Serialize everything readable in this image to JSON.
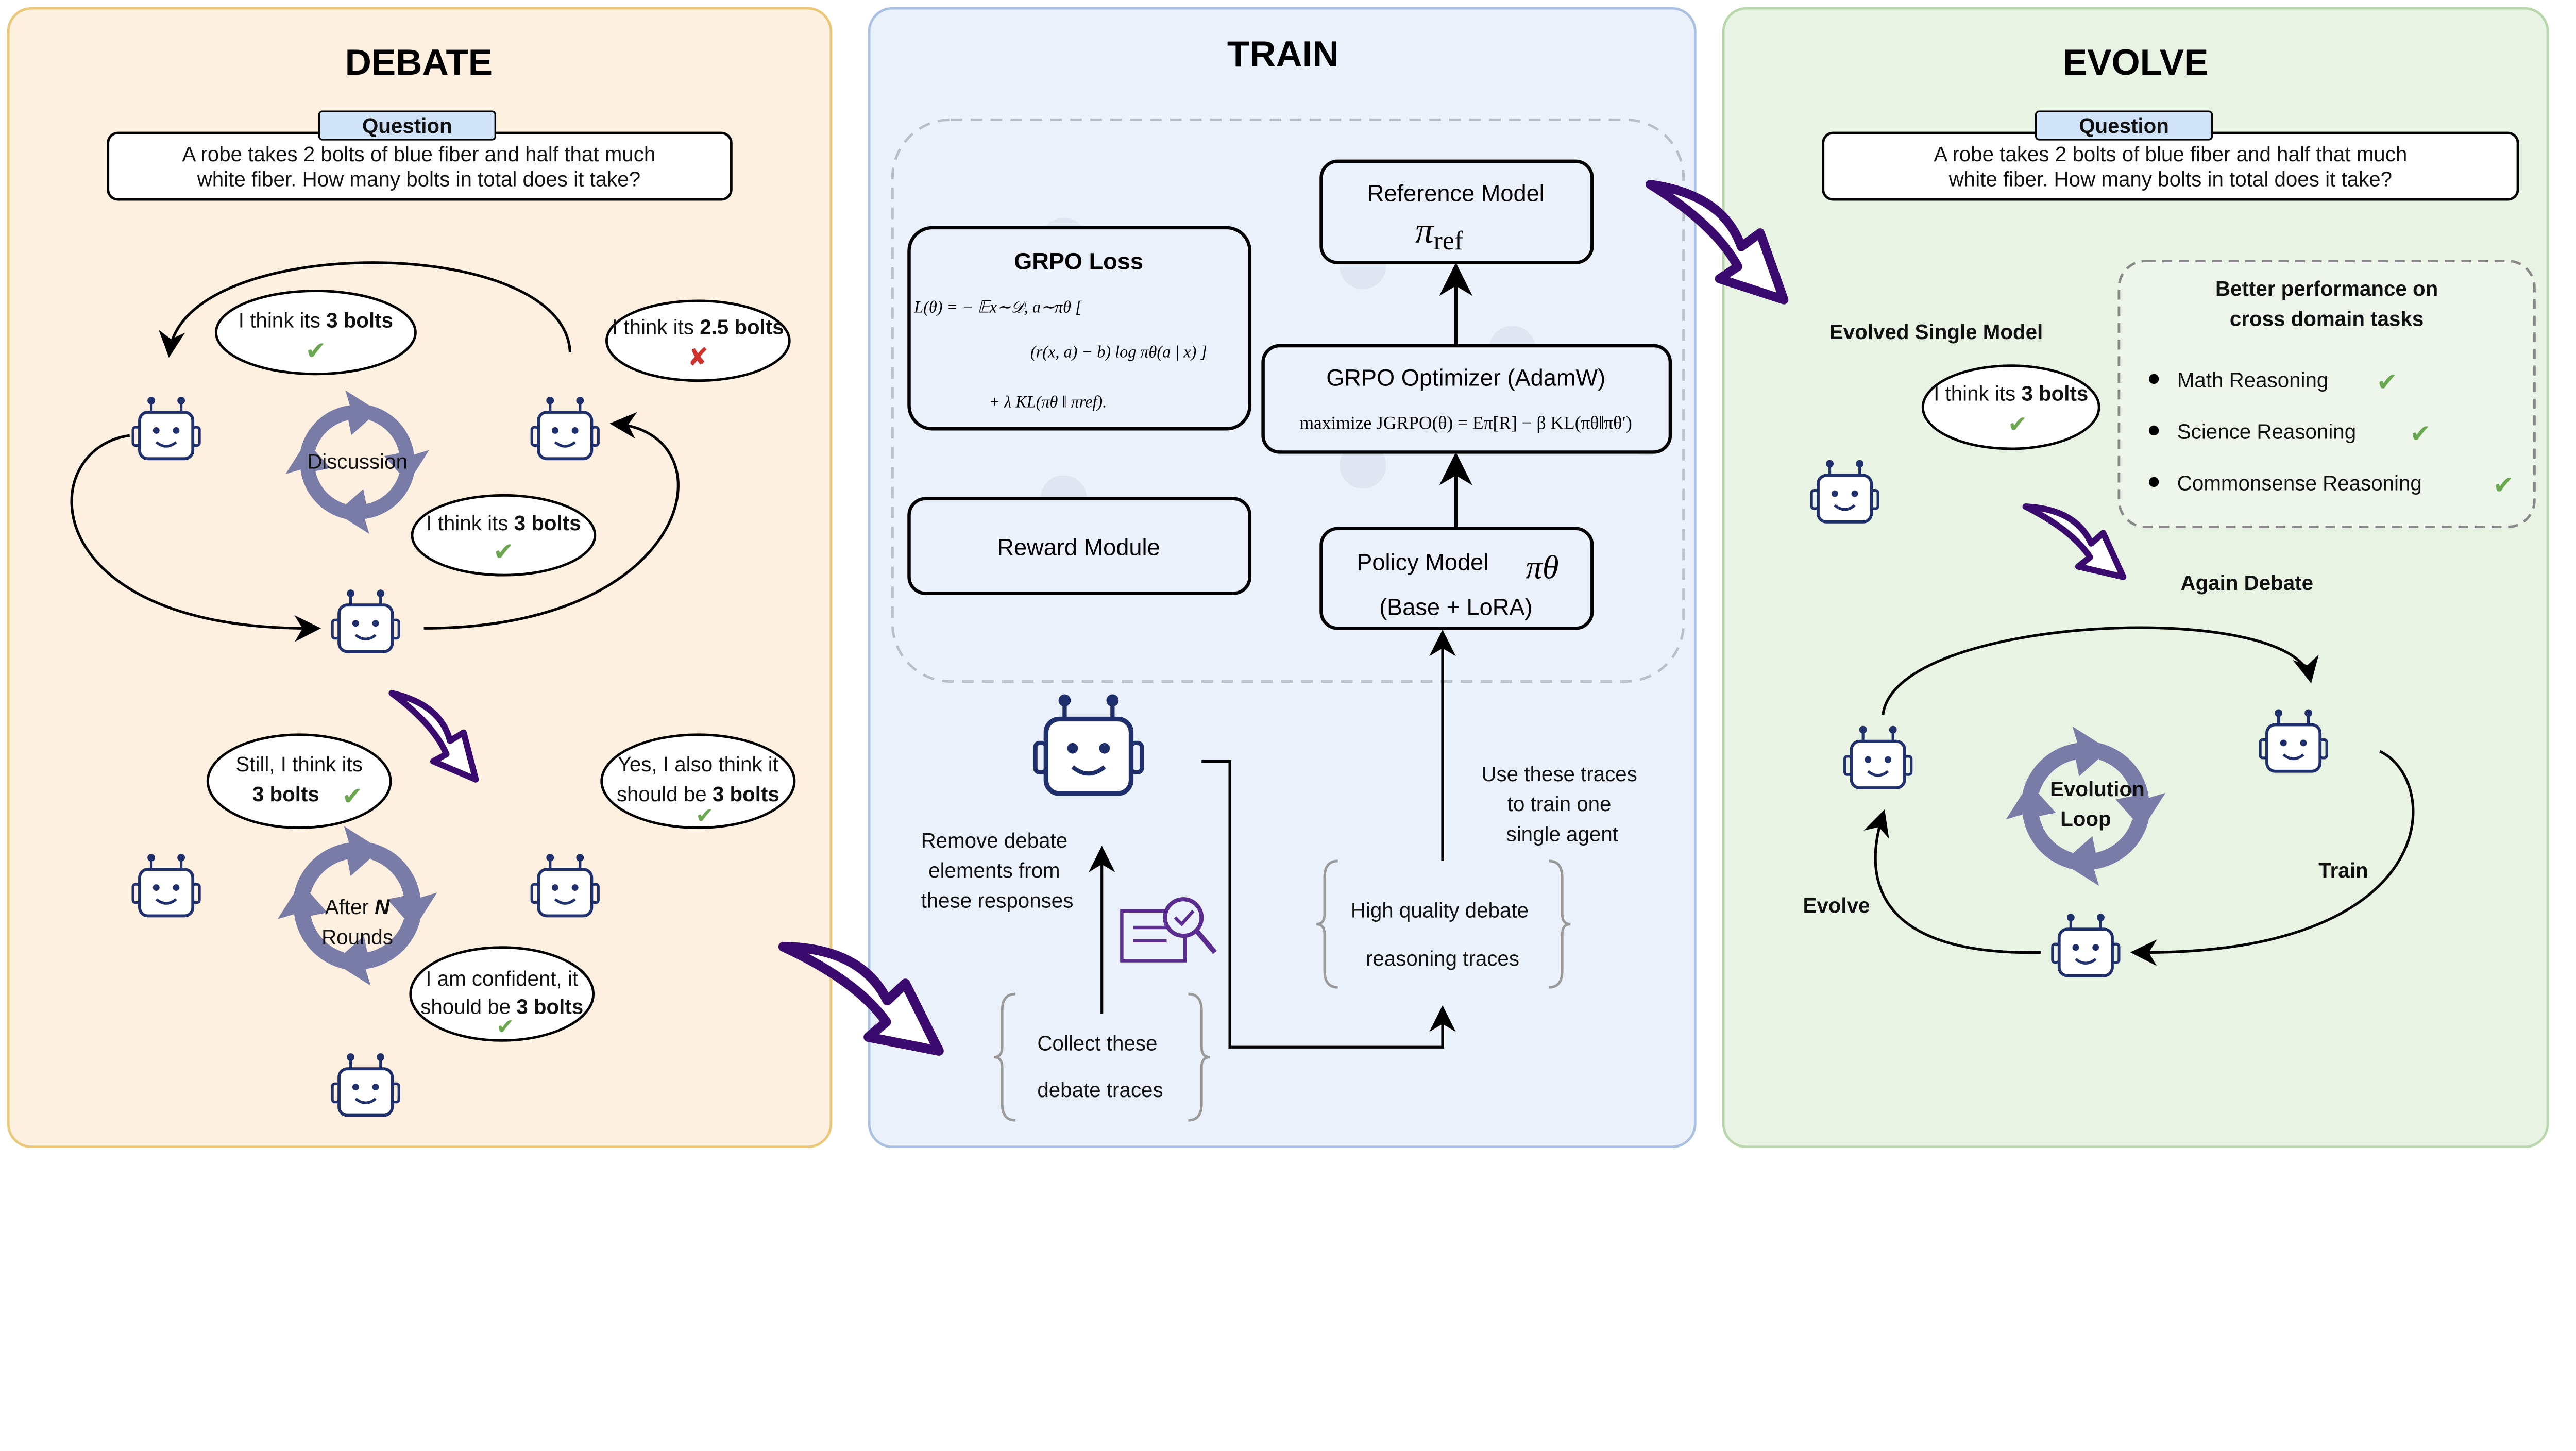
{
  "colors": {
    "debate_bg": "#fdf0e0",
    "debate_border": "#ebc878",
    "train_bg": "#eaf1fb",
    "train_border": "#a9c0e0",
    "evolve_bg": "#e8f3e4",
    "evolve_border": "#b8d7ab",
    "robot": "#1e2f6b",
    "arrow_purple": "#3a0a6e",
    "cycle": "#7a7ca8",
    "check": "#6aa84f",
    "cross": "#d0312d",
    "question_tag": "#cfe2f7"
  },
  "debate": {
    "title": "DEBATE",
    "question_tag": "Question",
    "question_line1": "A robe takes 2 bolts of blue fiber and half that much",
    "question_line2": "white fiber. How many bolts in total does it take?",
    "bubble1": {
      "pre": "I think its ",
      "bold": "3 bolts",
      "mark": "check"
    },
    "bubble2": {
      "pre": "I think its ",
      "bold": "2.5 bolts",
      "mark": "cross"
    },
    "bubble3": {
      "pre": "I think its ",
      "bold": "3 bolts",
      "mark": "check"
    },
    "cycle1_label": "Discussion",
    "bubble4": {
      "line1": "Still, I think its",
      "bold": "3 bolts",
      "mark": "check"
    },
    "bubble5": {
      "line1": "Yes, I also think it",
      "pre": "should be ",
      "bold": "3 bolts",
      "mark": "check"
    },
    "bubble6": {
      "line1": "I am confident, it",
      "pre": "should be ",
      "bold": "3 bolts",
      "mark": "check"
    },
    "cycle2_label_1": "After ",
    "cycle2_label_n": "N",
    "cycle2_label_2": "Rounds"
  },
  "train": {
    "title": "TRAIN",
    "grpo_loss_title": "GRPO Loss",
    "loss_line1": "L(θ) = − 𝔼x∼𝒟, a∼πθ [",
    "loss_line2": "(r(x, a) − b) log πθ(a | x) ]",
    "loss_line3": "+ λ KL(πθ ‖ πref).",
    "reward_module": "Reward Module",
    "reference_model": "Reference Model",
    "reference_symbol": "π",
    "reference_sub": "ref",
    "optimizer_title": "GRPO Optimizer (AdamW)",
    "optimizer_formula": "maximize JGRPO(θ) = Eπ[R] − β KL(πθ‖πθ′)",
    "policy_model": "Policy Model",
    "policy_symbol": "πθ",
    "policy_sub": "(Base + LoRA)",
    "remove_text": [
      "Remove debate",
      "elements from",
      "these responses"
    ],
    "collect_text": [
      "Collect these",
      "debate traces"
    ],
    "high_quality_text": [
      "High quality debate",
      "reasoning traces"
    ],
    "use_text": [
      "Use these traces",
      "to train one",
      "single agent"
    ]
  },
  "evolve": {
    "title": "EVOLVE",
    "question_tag": "Question",
    "question_line1": "A robe takes 2 bolts of blue fiber and half that much",
    "question_line2": "white fiber. How many bolts in total does it take?",
    "evolved_label": "Evolved Single Model",
    "bubble": {
      "pre": "I think its ",
      "bold": "3 bolts",
      "mark": "check"
    },
    "better_title_1": "Better performance on",
    "better_title_2": "cross domain tasks",
    "tasks": [
      "Math Reasoning",
      "Science Reasoning",
      "Commonsense Reasoning"
    ],
    "again_debate": "Again Debate",
    "loop_label_1": "Evolution",
    "loop_label_2": "Loop",
    "train_label": "Train",
    "evolve_label": "Evolve"
  }
}
